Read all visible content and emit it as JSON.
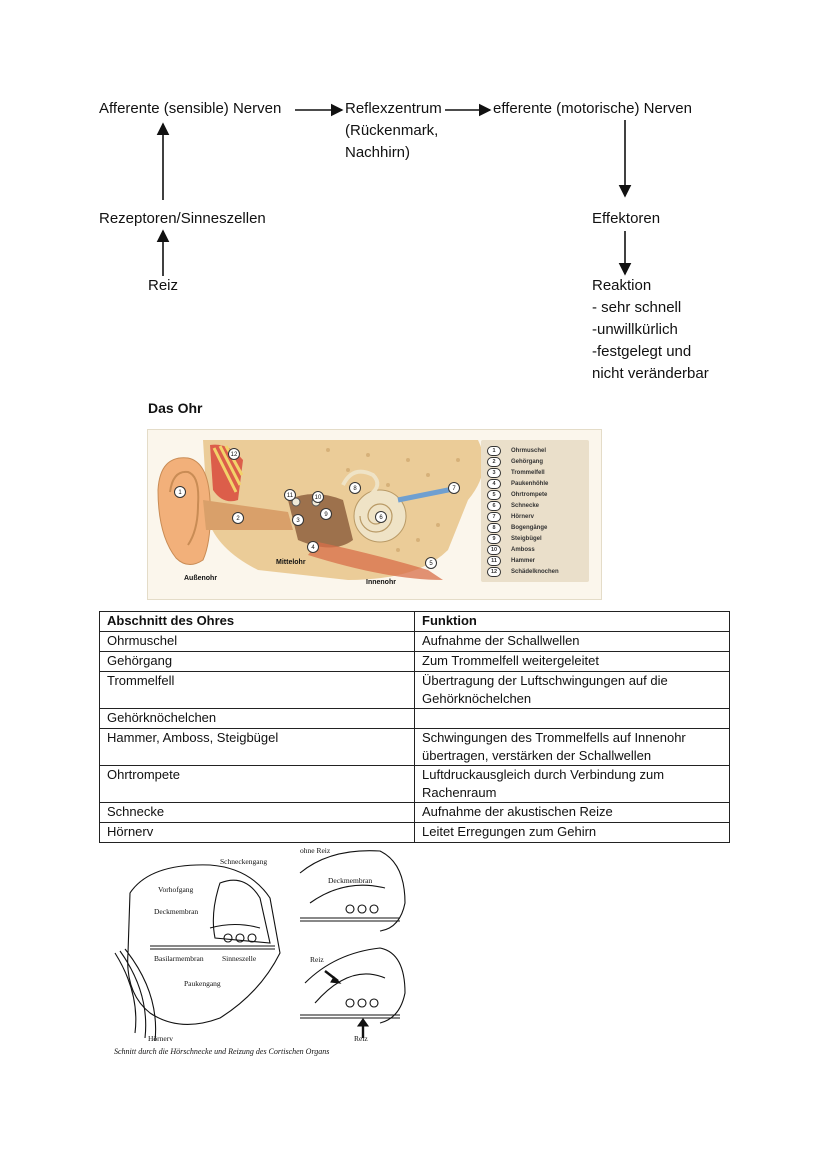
{
  "reflex_diagram": {
    "afferent": "Afferente (sensible) Nerven",
    "center_line1": "Reflexzentrum",
    "center_line2": "(Rückenmark,",
    "center_line3": "Nachhirn)",
    "efferent": "efferente (motorische) Nerven",
    "receptors": "Rezeptoren/Sinneszellen",
    "stimulus": "Reiz",
    "effectors": "Effektoren",
    "reaction": "Reaktion",
    "reaction_props": [
      "- sehr schnell",
      "-unwillkürlich",
      "-festgelegt und",
      "nicht veränderbar"
    ]
  },
  "ear_section": {
    "heading": "Das Ohr",
    "figure_labels": {
      "outer": "Außenohr",
      "middle": "Mittelohr",
      "inner": "Innenohr"
    },
    "legend": [
      {
        "num": "1",
        "label": "Ohrmuschel"
      },
      {
        "num": "2",
        "label": "Gehörgang"
      },
      {
        "num": "3",
        "label": "Trommelfell"
      },
      {
        "num": "4",
        "label": "Paukenhöhle"
      },
      {
        "num": "5",
        "label": "Ohrtrompete"
      },
      {
        "num": "6",
        "label": "Schnecke"
      },
      {
        "num": "7",
        "label": "Hörnerv"
      },
      {
        "num": "8",
        "label": "Bogengänge"
      },
      {
        "num": "9",
        "label": "Steigbügel"
      },
      {
        "num": "10",
        "label": "Amboss"
      },
      {
        "num": "11",
        "label": "Hammer"
      },
      {
        "num": "12",
        "label": "Schädelknochen"
      }
    ],
    "figure_colors": {
      "bone": "#e8c48a",
      "skin": "#f2b07a",
      "canal": "#d9a06a",
      "muscle": "#d94a3c",
      "nerve": "#6f9fd0",
      "cochlea": "#efe3c6"
    }
  },
  "table": {
    "headers": [
      "Abschnitt des Ohres",
      "Funktion"
    ],
    "rows": [
      {
        "part": "Ohrmuschel",
        "function": "Aufnahme der Schallwellen"
      },
      {
        "part": "Gehörgang",
        "function": "Zum Trommelfell weitergeleitet"
      },
      {
        "part": "Trommelfell",
        "function": "Übertragung der Luftschwingungen auf die Gehörknöchelchen"
      },
      {
        "part": "Gehörknöchelchen",
        "function": ""
      },
      {
        "part": "Hammer, Amboss, Steigbügel",
        "function": "Schwingungen des Trommelfells auf Innenohr übertragen, verstärken der Schallwellen"
      },
      {
        "part": "Ohrtrompete",
        "function": "Luftdruckausgleich durch Verbindung zum Rachenraum"
      },
      {
        "part": "Schnecke",
        "function": "Aufnahme der akustischen Reize"
      },
      {
        "part": "Hörnerv",
        "function": "Leitet Erregungen zum Gehirn"
      }
    ]
  },
  "cochlea_figure": {
    "schneckengang": "Schneckengang",
    "vorhofgang": "Vorhofgang",
    "deckmembran": "Deckmembran",
    "basilarmembran": "Basilarmembran",
    "sinneszelle": "Sinneszelle",
    "paukengang": "Paukengang",
    "hoernerv": "Hörnerv",
    "ohne_reiz": "ohne Reiz",
    "deckmembran_right": "Deckmembran",
    "reiz_top": "Reiz",
    "reiz_bottom": "Reiz",
    "caption": "Schnitt durch die Hörschnecke und Reizung des Cortischen Organs"
  }
}
